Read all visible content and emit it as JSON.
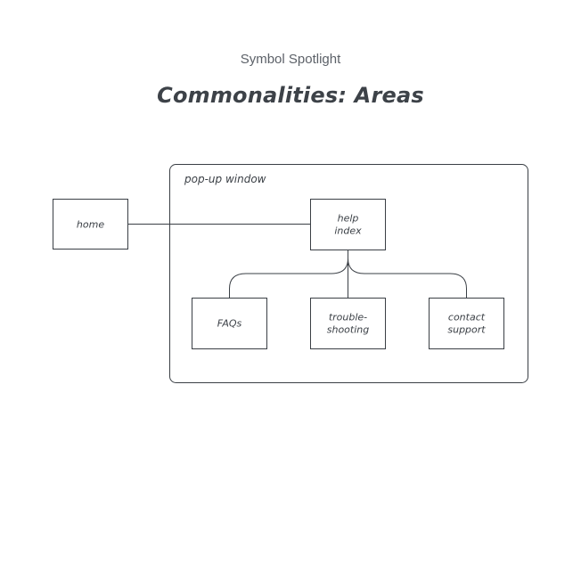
{
  "header": {
    "subtitle": "Symbol Spotlight",
    "title": "Commonalities: Areas"
  },
  "diagram": {
    "area_label": "pop-up window",
    "nodes": {
      "home": "home",
      "help_index": [
        "help",
        "index"
      ],
      "faqs": "FAQs",
      "troubleshooting": [
        "trouble-",
        "shooting"
      ],
      "contact_support": [
        "contact",
        "support"
      ]
    }
  }
}
